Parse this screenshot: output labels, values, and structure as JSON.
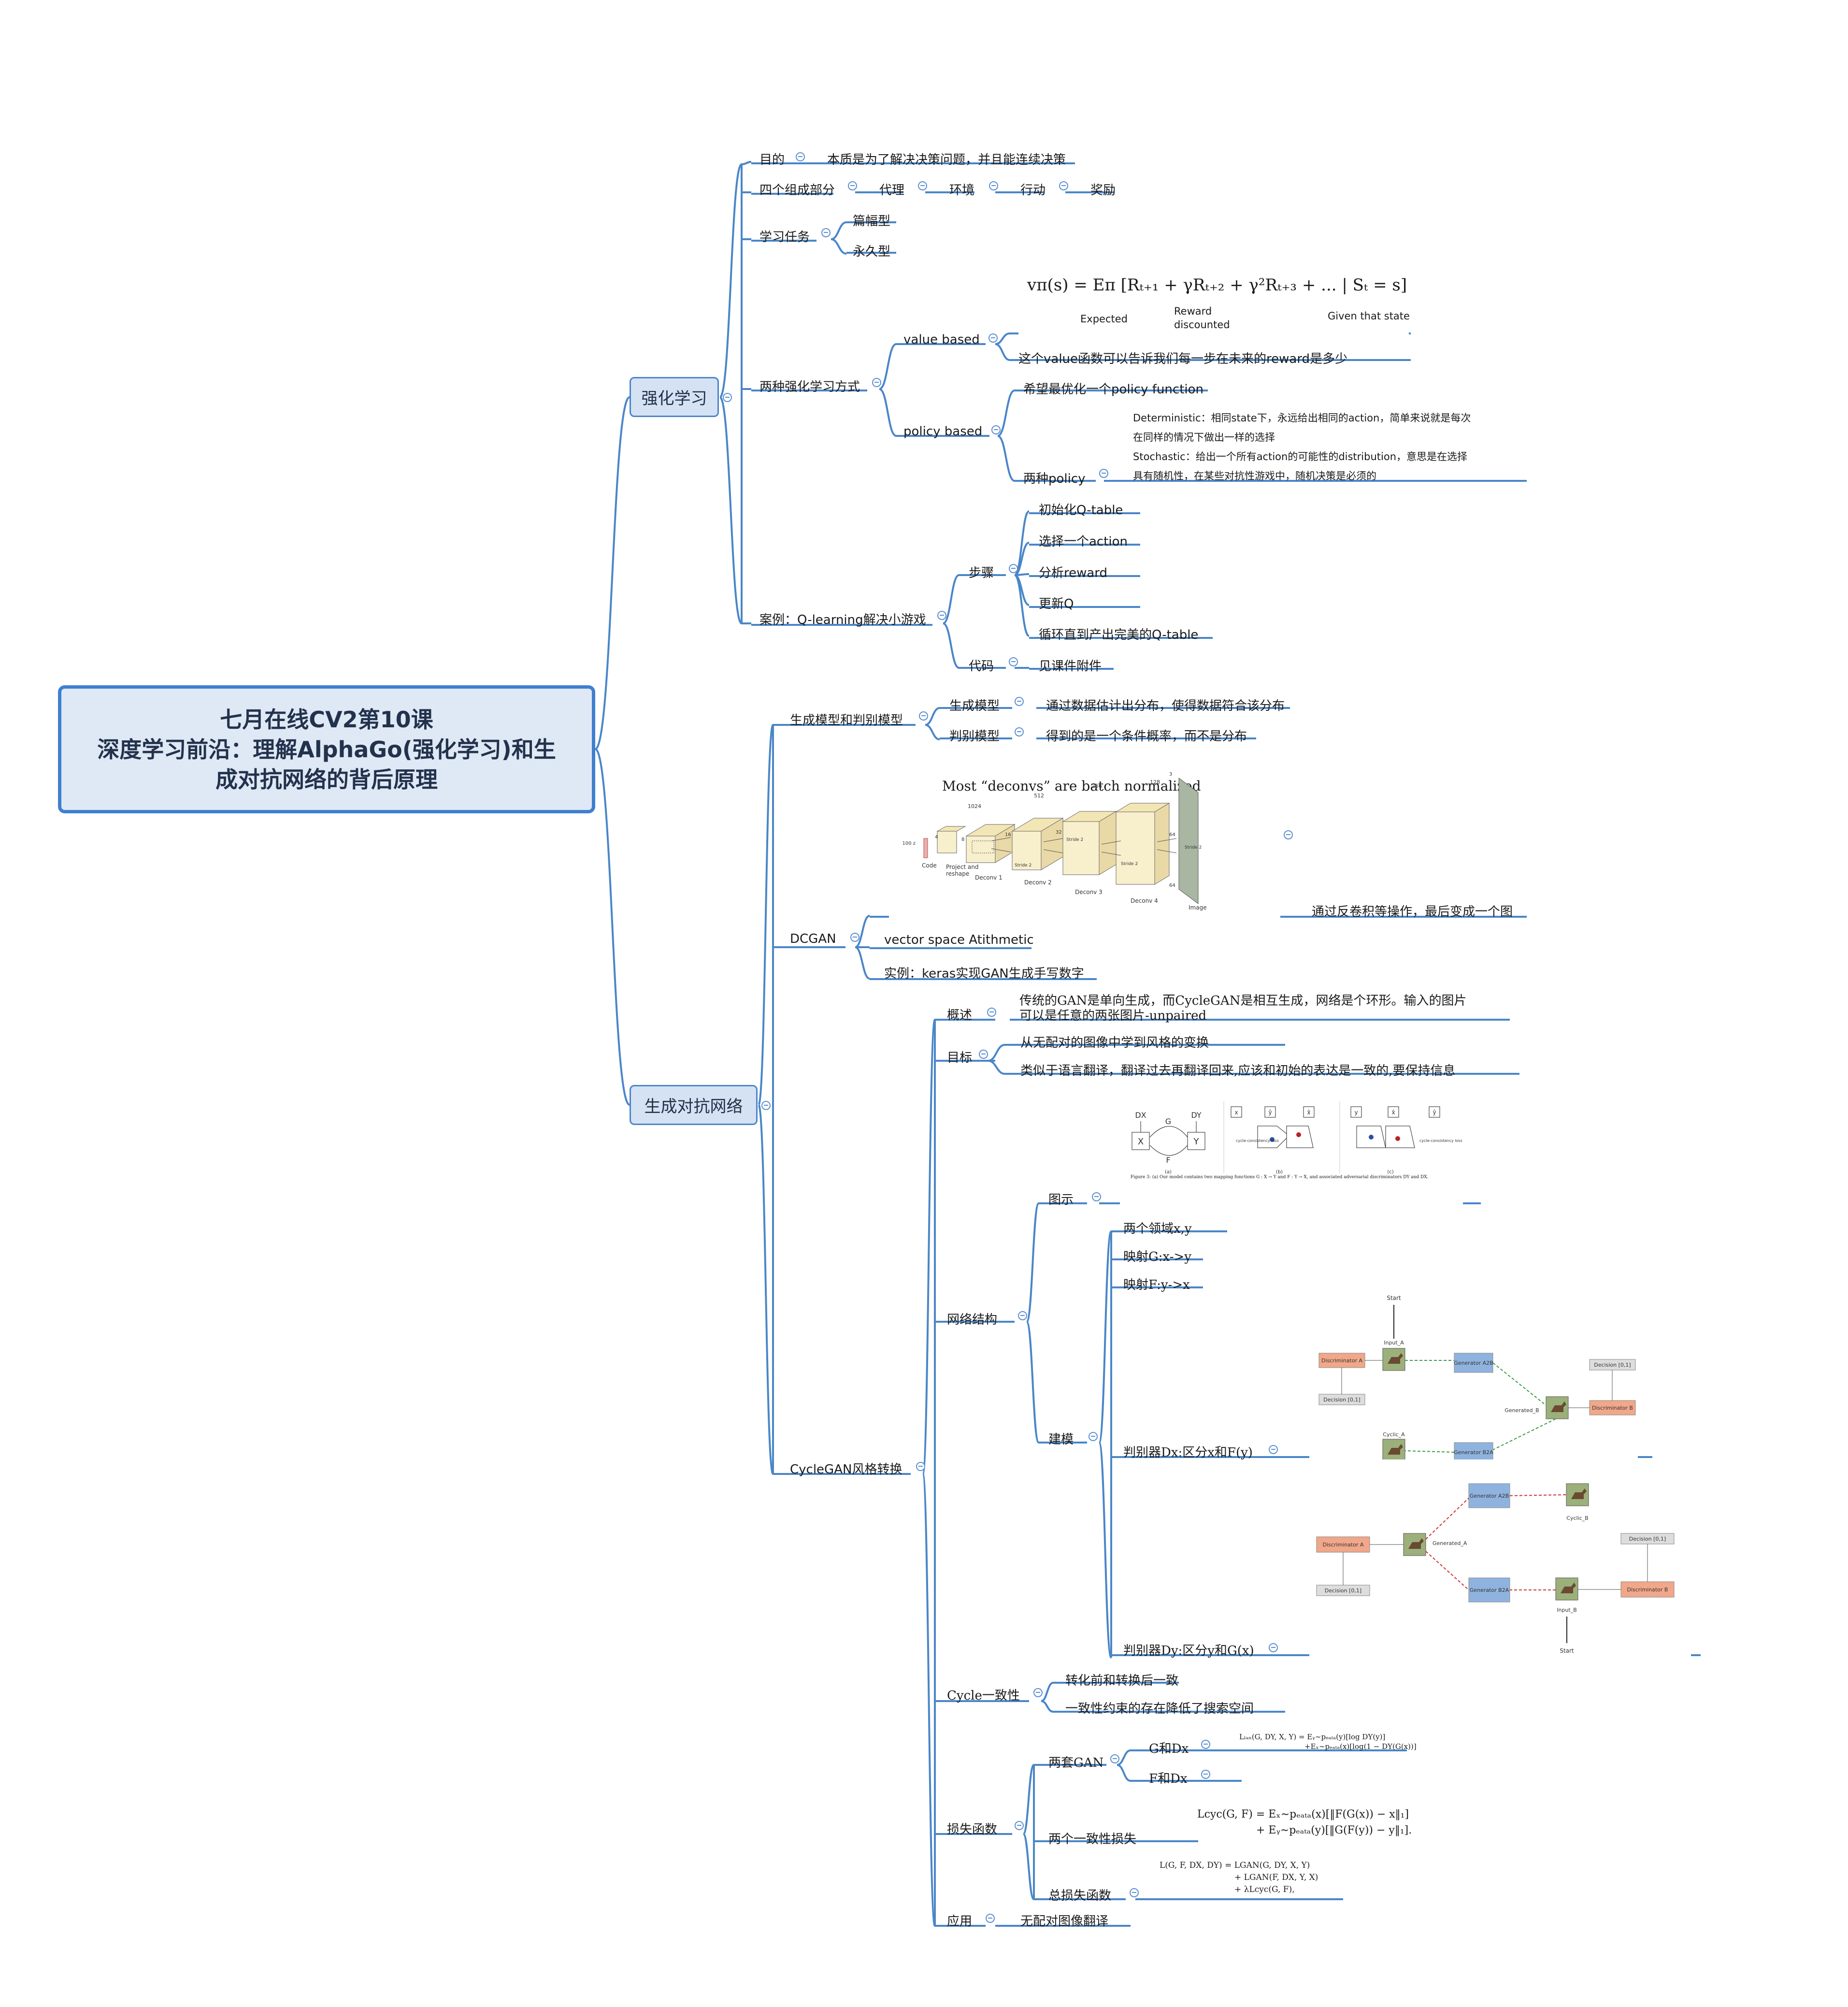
{
  "root": {
    "line1": "七月在线CV2第10课",
    "line2": "深度学习前沿：理解AlphaGo(强化学习)和生",
    "line3": "成对抗网络的背后原理"
  },
  "rl": {
    "title": "强化学习",
    "purpose": {
      "label": "目的",
      "text": "本质是为了解决决策问题，并且能连续决策"
    },
    "components": {
      "label": "四个组成部分",
      "items": [
        "代理",
        "环境",
        "行动",
        "奖励"
      ]
    },
    "tasks": {
      "label": "学习任务",
      "items": [
        "篇幅型",
        "永久型"
      ]
    },
    "methods": {
      "label": "两种强化学习方式",
      "value_based": {
        "label": "value based",
        "formula": "vπ(s) = Eπ [Rₜ₊₁ + γRₜ₊₂ + γ²Rₜ₊₃ + ... | Sₜ = s]",
        "expected": "Expected",
        "reward1": "Reward",
        "reward2": "discounted",
        "given": "Given that state",
        "desc": "这个value函数可以告诉我们每一步在未来的reward是多少"
      },
      "policy_based": {
        "label": "policy based",
        "hope": "希望最优化一个policy function",
        "two": "两种policy",
        "desc": [
          "Deterministic：相同state下，永远给出相同的action，简单来说就是每次",
          "在同样的情况下做出一样的选择",
          "Stochastic：给出一个所有action的可能性的distribution，意思是在选择",
          "具有随机性，在某些对抗性游戏中，随机决策是必须的"
        ]
      }
    },
    "case": {
      "label": "案例：Q-learning解决小游戏",
      "steps_label": "步骤",
      "steps": [
        "初始化Q-table",
        "选择一个action",
        "分析reward",
        "更新Q",
        "循环直到产出完美的Q-table"
      ],
      "code_label": "代码",
      "code": "见课件附件"
    }
  },
  "gan": {
    "title": "生成对抗网络",
    "gd": {
      "label": "生成模型和判别模型",
      "gen_label": "生成模型",
      "gen_text": "通过数据估计出分布，使得数据符合该分布",
      "dis_label": "判别模型",
      "dis_text": "得到的是一个条件概率，而不是分布"
    },
    "dcgan": {
      "label": "DCGAN",
      "fig_title": "Most “deconvs” are batch normalized",
      "fig_labels": {
        "code": "Code",
        "z": "100 z",
        "project": "Project and",
        "reshape": "reshape",
        "d1": "Deconv 1",
        "d2": "Deconv 2",
        "d3": "Deconv 3",
        "d4": "Deconv 4",
        "image": "Image",
        "s2": "Stride 2",
        "n1024": "1024",
        "n512": "512",
        "n256": "256",
        "n128": "128",
        "n3": "3",
        "n64": "64",
        "n4": "4",
        "n8": "8",
        "n16": "16",
        "n32": "32"
      },
      "desc": "通过反卷积等操作，最后变成一个图",
      "vsa": "vector space Atithmetic",
      "example": "实例：keras实现GAN生成手写数字"
    },
    "cyclegan": {
      "label": "CycleGAN风格转换",
      "overview_label": "概述",
      "overview": [
        "传统的GAN是单向生成，而CycleGAN是相互生成，网络是个环形。输入的图片",
        "可以是任意的两张图片-unpaired"
      ],
      "goal_label": "目标",
      "goal": [
        "从无配对的图像中学到风格的变换",
        "类似于语言翻译，翻译过去再翻译回来,应该和初始的表达是一致的,要保持信息"
      ],
      "net_label": "网络结构",
      "fig_label": "图示",
      "fig_captions": {
        "a": "(a)",
        "b": "(b)",
        "c": "(c)",
        "cyc": "cycle-consistency loss",
        "X": "X",
        "Y": "Y",
        "G": "G",
        "F": "F",
        "DX": "DX",
        "DY": "DY",
        "xs": "x",
        "ys": "y",
        "xh": "x̂",
        "yh": "ŷ",
        "caption": "Figure 3: (a) Our model contains two mapping functions G : X → Y and F : Y → X, and associated adversarial discriminators DY and DX."
      },
      "domains": "两个领域x,y",
      "mapG": "映射G:x->y",
      "mapF": "映射F:y->x",
      "model_label": "建模",
      "dx_label": "判别器Dx:区分x和F(y)",
      "dy_label": "判别器Dy:区分y和G(x)",
      "flow1": {
        "start": "Start",
        "input": "Input_A",
        "disc_a": "Discriminator A",
        "dec1": "Decision [0,1]",
        "gen_ab": "Generator A2B",
        "generated": "Generated_B",
        "dec2": "Decision [0,1]",
        "disc_b": "Discriminator B",
        "cyclic": "Cyclic_A",
        "gen_ba": "Generator B2A"
      },
      "flow2": {
        "gen_ab": "Generator A2B",
        "cyclic": "Cyclic_B",
        "disc_a": "Discriminator A",
        "generated": "Generated_A",
        "dec_top": "Decision [0,1]",
        "dec1": "Decision [0,1]",
        "gen_ba": "Generator B2A",
        "input": "Input_B",
        "disc_b": "Discriminator B",
        "start": "Start"
      },
      "cycle_label": "Cycle一致性",
      "cycle": [
        "转化前和转换后一致",
        "一致性约束的存在降低了搜索空间"
      ],
      "loss_label": "损失函数",
      "two_gan": "两套GAN",
      "g_dx": "G和Dx",
      "f_dx": "F和Dx",
      "f_gan": [
        "Lₗₐₙ(G, DY, X, Y) = Eᵧ∼pₑₐₜₐ(y)[log DY(y)]",
        "+Eₓ∼pₑₐₜₐ(x)[log(1 − DY(G(x))]"
      ],
      "two_cyc": "两个一致性损失",
      "f_cyc": [
        "Lcyc(G, F) = Eₓ∼pₑₐₜₐ(x)[‖F(G(x)) − x‖₁]",
        "+ Eᵧ∼pₑₐₜₐ(y)[‖G(F(y)) − y‖₁]."
      ],
      "total": "总损失函数",
      "f_total": [
        "L(G, F, DX, DY) = LGAN(G, DY, X, Y)",
        "+ LGAN(F, DX, Y, X)",
        "+ λLcyc(G, F),"
      ],
      "app_label": "应用",
      "app": "无配对图像翻译"
    }
  }
}
